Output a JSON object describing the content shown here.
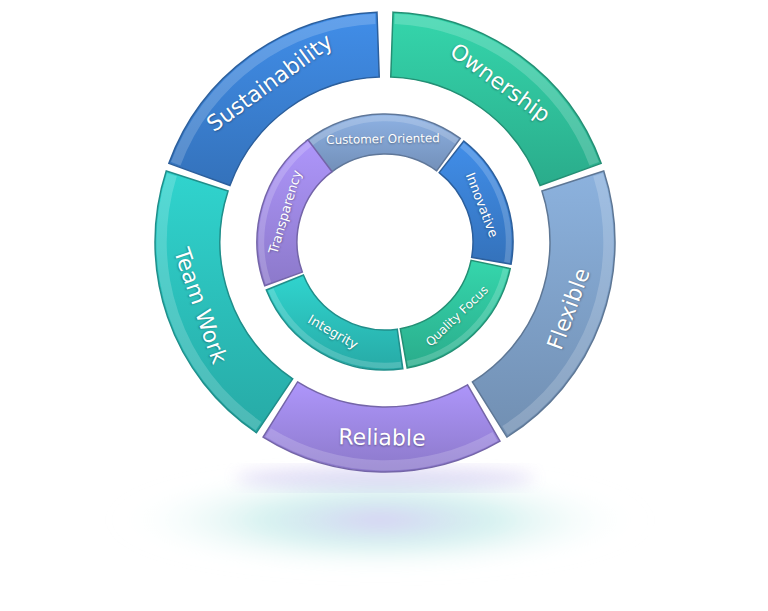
{
  "diagram": {
    "nodes": [
      {
        "text": [
          "Sustainability"
        ]
      },
      {
        "text": [
          "Ownership"
        ]
      },
      {
        "text": [
          "Flexible"
        ]
      },
      {
        "text": [
          "Reliable"
        ]
      },
      {
        "text": [
          "Team Work"
        ]
      },
      {
        "text": [
          "Customer Oriented"
        ]
      },
      {
        "text": [
          "Innovative"
        ]
      },
      {
        "text": [
          "Quality Focus"
        ]
      },
      {
        "text": [
          "Integrity"
        ]
      },
      {
        "text": [
          "Transparency"
        ]
      }
    ]
  }
}
